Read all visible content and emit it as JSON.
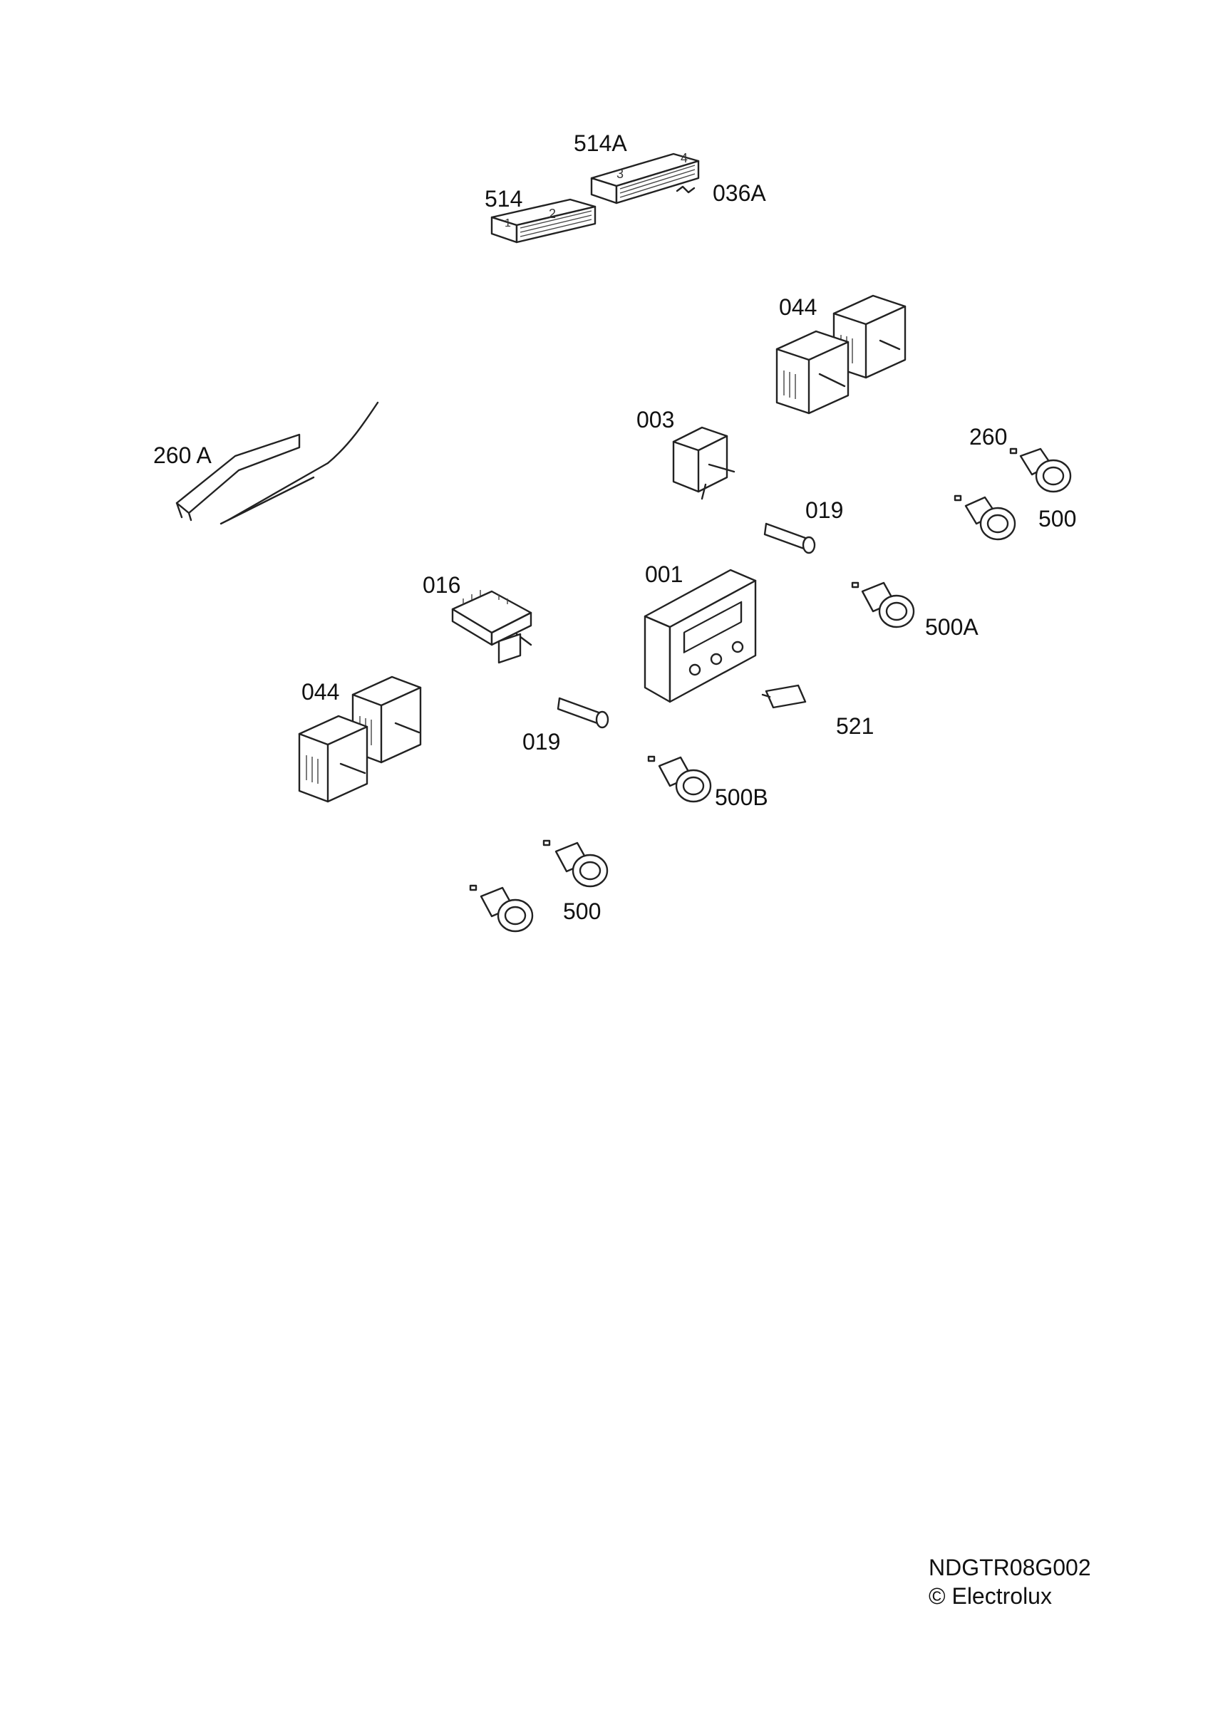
{
  "labels": {
    "p514a": "514A",
    "p514": "514",
    "p036a": "036A",
    "p044_top": "044",
    "p003": "003",
    "p260a": "260 A",
    "p260": "260",
    "p500_right": "500",
    "p019_top": "019",
    "p001": "001",
    "p016": "016",
    "p500a": "500A",
    "p044_left": "044",
    "p521": "521",
    "p019_bottom": "019",
    "p500b": "500B",
    "p500_bottom": "500"
  },
  "footer": {
    "code": "NDGTR08G002",
    "copyright": "© Electrolux"
  }
}
